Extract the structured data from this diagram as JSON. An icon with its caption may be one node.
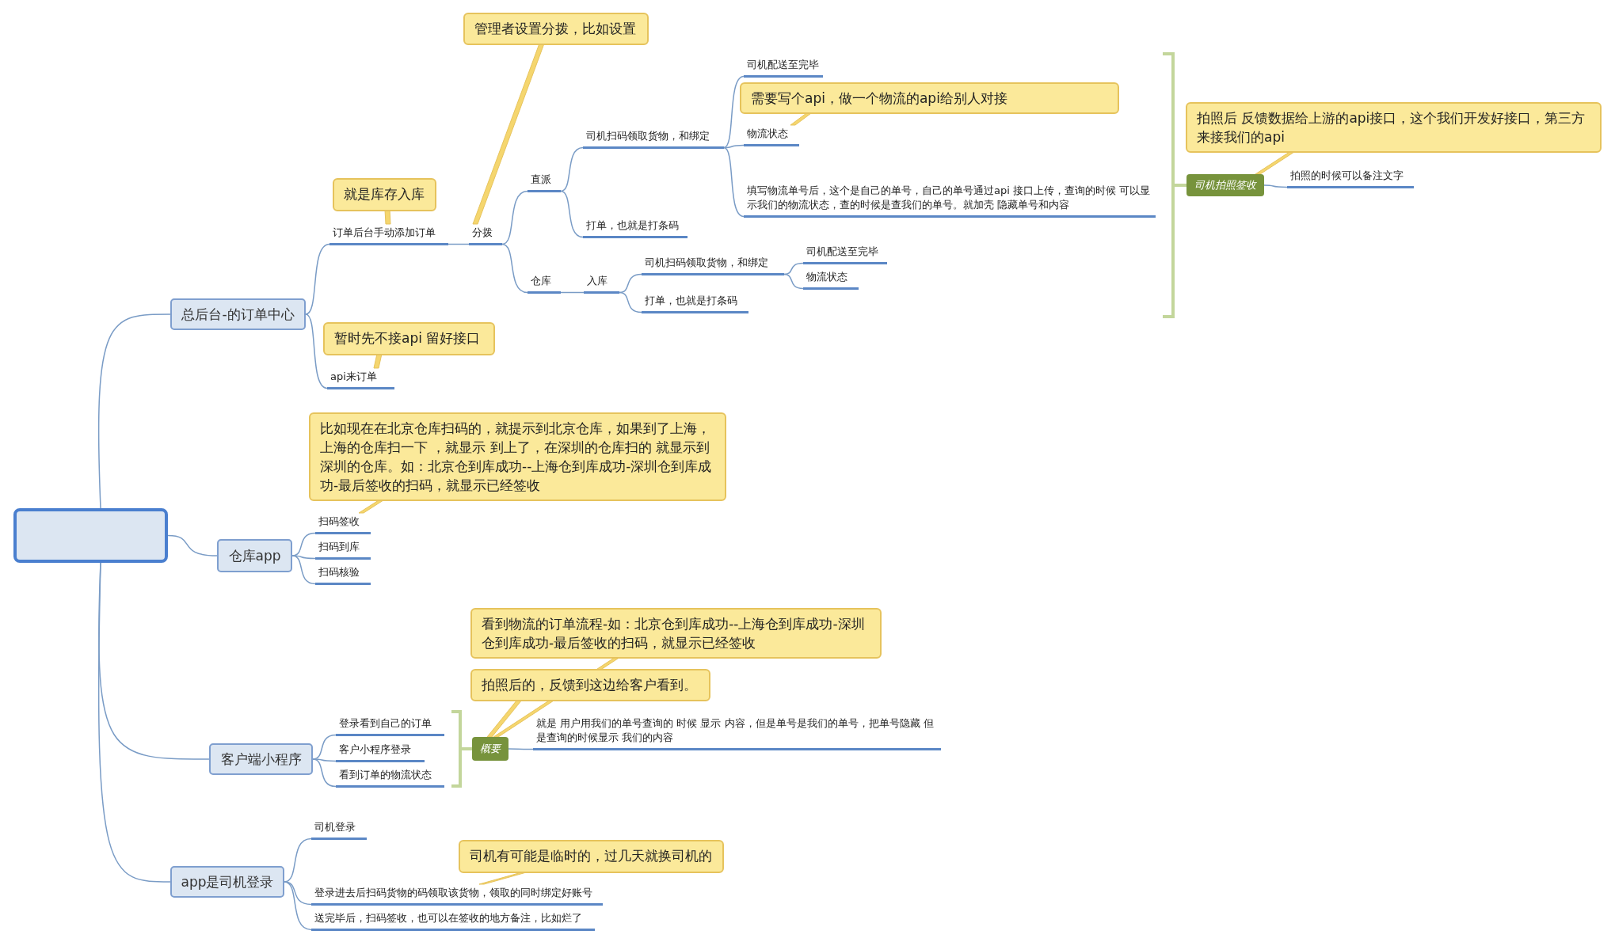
{
  "diagram": {
    "nodes": [
      {
        "text": [],
        "shape": "box"
      },
      {
        "text": [
          "总后台-的订单中心"
        ]
      },
      {
        "text": [
          "订单后台手动添加订单"
        ]
      },
      {
        "text": [
          "就是库存入库"
        ]
      },
      {
        "text": [
          "分拨"
        ]
      },
      {
        "text": [
          "管理者设置分拨，比如设置"
        ]
      },
      {
        "text": [
          "直派"
        ]
      },
      {
        "text": [
          "司机扫码领取货物，和绑定"
        ]
      },
      {
        "text": [
          "司机配送至完毕"
        ]
      },
      {
        "text": [
          "需要写个api，做一个物流的api给别人对接"
        ]
      },
      {
        "text": [
          "物流状态"
        ]
      },
      {
        "text": [
          "填写物流单号后，这个是自己的单号，自己的单号通过api 接口上传，查询的时候 可以显示我们的物流状态，查的时候是查我们的单号。就加壳 隐藏单号和内容"
        ]
      },
      {
        "text": [
          "打单，也就是打条码"
        ]
      },
      {
        "text": [
          "仓库"
        ]
      },
      {
        "text": [
          "入库"
        ]
      },
      {
        "text": [
          "司机扫码领取货物，和绑定"
        ]
      },
      {
        "text": [
          "司机配送至完毕"
        ]
      },
      {
        "text": [
          "物流状态"
        ]
      },
      {
        "text": [
          "打单，也就是打条码"
        ]
      },
      {
        "text": [
          "司机拍照签收"
        ]
      },
      {
        "text": [
          "拍照后 反馈数据给上游的api接口，这个我们开发好接口，第三方来接我们的api"
        ]
      },
      {
        "text": [
          "拍照的时候可以备注文字"
        ]
      },
      {
        "text": [
          "暂时先不接api  留好接口"
        ]
      },
      {
        "text": [
          "api来订单"
        ]
      },
      {
        "text": [
          "仓库app"
        ]
      },
      {
        "text": [
          "比如现在在北京仓库扫码的，就提示到北京仓库，如果到了上海，上海的仓库扫一下 ，就显示 到上了，在深圳的仓库扫的 就显示到深圳的仓库。如：北京仓到库成功--上海仓到库成功-深圳仓到库成功-最后签收的扫码，就显示已经签收"
        ]
      },
      {
        "text": [
          "扫码签收"
        ]
      },
      {
        "text": [
          "扫码到库"
        ]
      },
      {
        "text": [
          "扫码核验"
        ]
      },
      {
        "text": [
          "客户端小程序"
        ]
      },
      {
        "text": [
          "登录看到自己的订单"
        ]
      },
      {
        "text": [
          "客户小程序登录"
        ]
      },
      {
        "text": [
          "看到订单的物流状态"
        ]
      },
      {
        "text": [
          "概要"
        ]
      },
      {
        "text": [
          "看到物流的订单流程-如：北京仓到库成功--上海仓到库成功-深圳仓到库成功-最后签收的扫码，就显示已经签收"
        ]
      },
      {
        "text": [
          "拍照后的，反馈到这边给客户看到。"
        ]
      },
      {
        "text": [
          "就是 用户用我们的单号查询的 时候 显示 内容，但是单号是我们的单号，把单号隐藏 但是查询的时候显示 我们的内容"
        ]
      },
      {
        "text": [
          "app是司机登录"
        ]
      },
      {
        "text": [
          "司机登录"
        ]
      },
      {
        "text": [
          "司机有可能是临时的，过几天就换司机的"
        ]
      },
      {
        "text": [
          "登录进去后扫码货物的码领取该货物，领取的同时绑定好账号"
        ]
      },
      {
        "text": [
          "送完毕后，扫码签收，也可以在签收的地方备注，比如烂了"
        ]
      }
    ],
    "edges": [
      {
        "from": 0,
        "to": 1,
        "arrow": "none"
      },
      {
        "from": 0,
        "to": 24,
        "arrow": "none"
      },
      {
        "from": 0,
        "to": 29,
        "arrow": "none"
      },
      {
        "from": 0,
        "to": 37,
        "arrow": "none"
      },
      {
        "from": 1,
        "to": 2,
        "arrow": "none"
      },
      {
        "from": 1,
        "to": 23,
        "arrow": "none"
      },
      {
        "from": 2,
        "to": 4,
        "arrow": "none"
      },
      {
        "from": 4,
        "to": 6,
        "arrow": "none"
      },
      {
        "from": 4,
        "to": 13,
        "arrow": "none"
      },
      {
        "from": 6,
        "to": 7,
        "arrow": "none"
      },
      {
        "from": 6,
        "to": 12,
        "arrow": "none"
      },
      {
        "from": 7,
        "to": 8,
        "arrow": "none"
      },
      {
        "from": 7,
        "to": 10,
        "arrow": "none"
      },
      {
        "from": 7,
        "to": 11,
        "arrow": "none"
      },
      {
        "from": 13,
        "to": 14,
        "arrow": "none"
      },
      {
        "from": 14,
        "to": 15,
        "arrow": "none"
      },
      {
        "from": 14,
        "to": 18,
        "arrow": "none"
      },
      {
        "from": 15,
        "to": 16,
        "arrow": "none"
      },
      {
        "from": 15,
        "to": 17,
        "arrow": "none"
      },
      {
        "from": 19,
        "to": 21,
        "arrow": "none"
      },
      {
        "from": 24,
        "to": 26,
        "arrow": "none"
      },
      {
        "from": 24,
        "to": 27,
        "arrow": "none"
      },
      {
        "from": 24,
        "to": 28,
        "arrow": "none"
      },
      {
        "from": 29,
        "to": 30,
        "arrow": "none"
      },
      {
        "from": 29,
        "to": 31,
        "arrow": "none"
      },
      {
        "from": 29,
        "to": 32,
        "arrow": "none"
      },
      {
        "from": 33,
        "to": 36,
        "arrow": "none"
      },
      {
        "from": 37,
        "to": 38,
        "arrow": "none"
      },
      {
        "from": 37,
        "to": 40,
        "arrow": "none"
      },
      {
        "from": 37,
        "to": 41,
        "arrow": "none"
      },
      {
        "from": 3,
        "to": 2,
        "arrow": "none"
      },
      {
        "from": 5,
        "to": 4,
        "arrow": "none"
      },
      {
        "from": 9,
        "to": 10,
        "arrow": "none"
      },
      {
        "from": 20,
        "to": 19,
        "arrow": "none"
      },
      {
        "from": 22,
        "to": 23,
        "arrow": "none"
      },
      {
        "from": 25,
        "to": 26,
        "arrow": "none"
      },
      {
        "from": 34,
        "to": 33,
        "arrow": "none"
      },
      {
        "from": 35,
        "to": 33,
        "arrow": "none"
      },
      {
        "from": 39,
        "to": 40,
        "arrow": "none"
      }
    ]
  }
}
